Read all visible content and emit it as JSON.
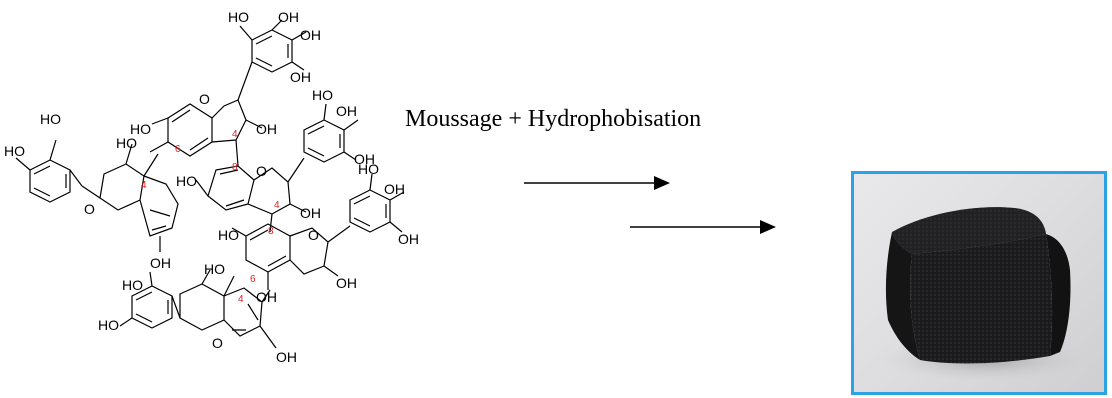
{
  "title": "Moussage + Hydrophobisation",
  "molecule": {
    "oh_label": "OH",
    "ho_label": "HO",
    "ring_oxygen": "O",
    "position_4": "4",
    "position_6": "6",
    "position_8": "8"
  },
  "colors": {
    "photo_border": "#2aa3e6",
    "position_numbers": "#d22222",
    "foam": "#1c1c1e"
  }
}
